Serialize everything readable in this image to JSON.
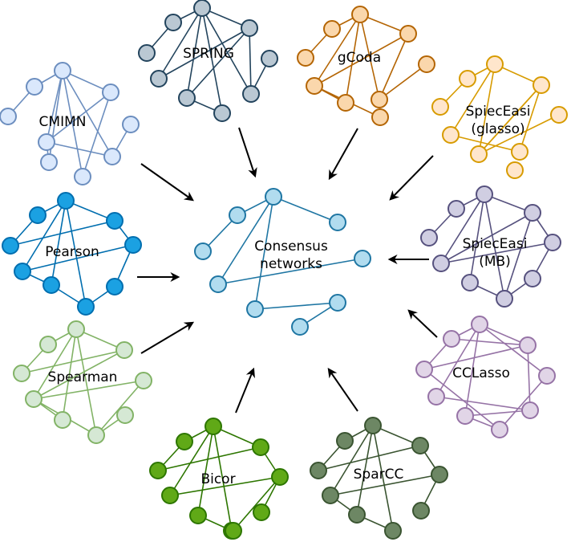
{
  "diagram": {
    "type": "network-consensus-flow",
    "center": {
      "id": "consensus",
      "label_lines": [
        "Consensus",
        "networks"
      ],
      "fill": "#b1dcef",
      "stroke": "#1f76a3",
      "edges": [
        [
          0,
          1
        ],
        [
          1,
          2
        ],
        [
          0,
          3
        ],
        [
          0,
          4
        ],
        [
          0,
          5
        ],
        [
          4,
          6
        ],
        [
          5,
          7
        ],
        [
          7,
          8
        ]
      ]
    },
    "networks": [
      {
        "id": "cmimn",
        "label_lines": [
          "CMIMN"
        ],
        "fill": "#dae8fc",
        "stroke": "#6c8ebf",
        "edges": [
          [
            0,
            1
          ],
          [
            1,
            2
          ],
          [
            0,
            3
          ],
          [
            0,
            4
          ],
          [
            0,
            5
          ],
          [
            0,
            6
          ],
          [
            0,
            7
          ],
          [
            3,
            4
          ],
          [
            3,
            6
          ],
          [
            4,
            5
          ],
          [
            4,
            7
          ],
          [
            7,
            8
          ]
        ]
      },
      {
        "id": "spring",
        "label_lines": [
          "SPRING"
        ],
        "fill": "#bac8d3",
        "stroke": "#23445d",
        "edges": [
          [
            0,
            1
          ],
          [
            1,
            2
          ],
          [
            0,
            3
          ],
          [
            0,
            4
          ],
          [
            0,
            5
          ],
          [
            0,
            6
          ],
          [
            0,
            7
          ],
          [
            3,
            4
          ],
          [
            3,
            7
          ],
          [
            5,
            6
          ],
          [
            5,
            3
          ],
          [
            7,
            8
          ]
        ]
      },
      {
        "id": "gcoda",
        "label_lines": [
          "gCoda"
        ],
        "fill": "#fad7ac",
        "stroke": "#b46504",
        "edges": [
          [
            0,
            1
          ],
          [
            1,
            2
          ],
          [
            0,
            3
          ],
          [
            0,
            4
          ],
          [
            0,
            5
          ],
          [
            0,
            6
          ],
          [
            3,
            4
          ],
          [
            3,
            6
          ],
          [
            4,
            5
          ],
          [
            4,
            8
          ],
          [
            6,
            7
          ]
        ]
      },
      {
        "id": "spieceasi-glasso",
        "label_lines": [
          "SpiecEasi",
          "(glasso)"
        ],
        "fill": "#ffe6cc",
        "stroke": "#d79b00",
        "edges": [
          [
            0,
            1
          ],
          [
            1,
            2
          ],
          [
            0,
            3
          ],
          [
            0,
            4
          ],
          [
            0,
            5
          ],
          [
            3,
            5
          ],
          [
            3,
            6
          ],
          [
            4,
            6
          ],
          [
            5,
            7
          ],
          [
            5,
            3
          ]
        ]
      },
      {
        "id": "pearson",
        "label_lines": [
          "Pearson"
        ],
        "fill": "#1ba1e2",
        "stroke": "#006eaf",
        "edges": [
          [
            0,
            1
          ],
          [
            1,
            2
          ],
          [
            0,
            3
          ],
          [
            0,
            4
          ],
          [
            0,
            5
          ],
          [
            0,
            6
          ],
          [
            2,
            3
          ],
          [
            3,
            7
          ],
          [
            4,
            7
          ],
          [
            7,
            8
          ],
          [
            8,
            6
          ],
          [
            6,
            5
          ],
          [
            5,
            4
          ]
        ]
      },
      {
        "id": "spieceasi-mb",
        "label_lines": [
          "SpiecEasi",
          "(MB)"
        ],
        "fill": "#d0cee2",
        "stroke": "#56517e",
        "edges": [
          [
            0,
            1
          ],
          [
            1,
            2
          ],
          [
            0,
            3
          ],
          [
            0,
            4
          ],
          [
            0,
            5
          ],
          [
            0,
            6
          ],
          [
            3,
            4
          ],
          [
            3,
            6
          ],
          [
            3,
            7
          ],
          [
            4,
            7
          ],
          [
            7,
            8
          ],
          [
            8,
            6
          ],
          [
            6,
            5
          ]
        ]
      },
      {
        "id": "spearman",
        "label_lines": [
          "Spearman"
        ],
        "fill": "#d5e8d4",
        "stroke": "#82b366",
        "edges": [
          [
            0,
            1
          ],
          [
            1,
            2
          ],
          [
            0,
            3
          ],
          [
            0,
            4
          ],
          [
            0,
            5
          ],
          [
            0,
            6
          ],
          [
            2,
            3
          ],
          [
            3,
            4
          ],
          [
            4,
            7
          ],
          [
            4,
            6
          ],
          [
            7,
            6
          ],
          [
            6,
            8
          ],
          [
            5,
            4
          ]
        ]
      },
      {
        "id": "cclasso",
        "label_lines": [
          "CCLasso"
        ],
        "fill": "#e1d5e7",
        "stroke": "#9673a6",
        "edges": [
          [
            0,
            1
          ],
          [
            1,
            2
          ],
          [
            0,
            3
          ],
          [
            0,
            4
          ],
          [
            0,
            5
          ],
          [
            0,
            7
          ],
          [
            1,
            3
          ],
          [
            2,
            3
          ],
          [
            2,
            6
          ],
          [
            3,
            8
          ],
          [
            4,
            8
          ],
          [
            6,
            7
          ],
          [
            8,
            5
          ],
          [
            6,
            5
          ]
        ]
      },
      {
        "id": "bicor",
        "label_lines": [
          "Bicor"
        ],
        "fill": "#60a917",
        "stroke": "#2d7600",
        "edges": [
          [
            0,
            1
          ],
          [
            1,
            2
          ],
          [
            0,
            3
          ],
          [
            0,
            4
          ],
          [
            0,
            5
          ],
          [
            0,
            6
          ],
          [
            2,
            3
          ],
          [
            3,
            7
          ],
          [
            4,
            7
          ],
          [
            7,
            8
          ],
          [
            7,
            9
          ],
          [
            5,
            6
          ],
          [
            6,
            9
          ]
        ]
      },
      {
        "id": "sparcc",
        "label_lines": [
          "SparCC"
        ],
        "fill": "#6d8764",
        "stroke": "#3a5431",
        "edges": [
          [
            0,
            1
          ],
          [
            1,
            2
          ],
          [
            0,
            3
          ],
          [
            0,
            4
          ],
          [
            0,
            5
          ],
          [
            0,
            6
          ],
          [
            2,
            3
          ],
          [
            3,
            7
          ],
          [
            4,
            7
          ],
          [
            7,
            8
          ],
          [
            5,
            6
          ],
          [
            4,
            5
          ]
        ]
      }
    ],
    "arrow_color": "#000000",
    "arrows": [
      {
        "from": "cmimn",
        "to": "consensus"
      },
      {
        "from": "spring",
        "to": "consensus"
      },
      {
        "from": "gcoda",
        "to": "consensus"
      },
      {
        "from": "spieceasi-glasso",
        "to": "consensus"
      },
      {
        "from": "pearson",
        "to": "consensus"
      },
      {
        "from": "spieceasi-mb",
        "to": "consensus"
      },
      {
        "from": "spearman",
        "to": "consensus"
      },
      {
        "from": "cclasso",
        "to": "consensus"
      },
      {
        "from": "bicor",
        "to": "consensus"
      },
      {
        "from": "sparcc",
        "to": "consensus"
      }
    ]
  }
}
